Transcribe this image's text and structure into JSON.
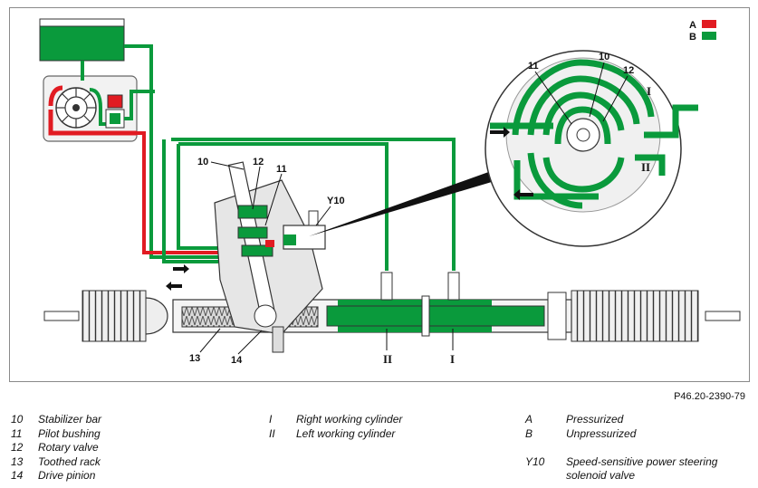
{
  "figure": {
    "id": "P46.20-2390-79",
    "key": [
      {
        "letter": "A",
        "color": "#e11b22"
      },
      {
        "letter": "B",
        "color": "#0a9a3c"
      }
    ],
    "callouts": {
      "n10": "10",
      "n11": "11",
      "n12": "12",
      "n13": "13",
      "n14": "14",
      "y10": "Y10",
      "r1": "I",
      "r2": "II"
    },
    "detail_callouts": {
      "n10": "10",
      "n11": "11",
      "n12": "12",
      "r1": "I",
      "r2": "II"
    }
  },
  "legend": {
    "col1": [
      {
        "key": "10",
        "label": "Stabilizer bar"
      },
      {
        "key": "11",
        "label": "Pilot bushing"
      },
      {
        "key": "12",
        "label": "Rotary valve"
      },
      {
        "key": "13",
        "label": "Toothed rack"
      },
      {
        "key": "14",
        "label": "Drive pinion"
      }
    ],
    "col2": [
      {
        "key": "I",
        "label": "Right working cylinder"
      },
      {
        "key": "II",
        "label": "Left working cylinder"
      }
    ],
    "col3": [
      {
        "key": "A",
        "label": "Pressurized"
      },
      {
        "key": "B",
        "label": "Unpressurized"
      },
      {
        "key": "",
        "label": ""
      },
      {
        "key": "Y10",
        "label": "Speed-sensitive power steering"
      },
      {
        "key": "",
        "label": "solenoid valve"
      }
    ]
  }
}
